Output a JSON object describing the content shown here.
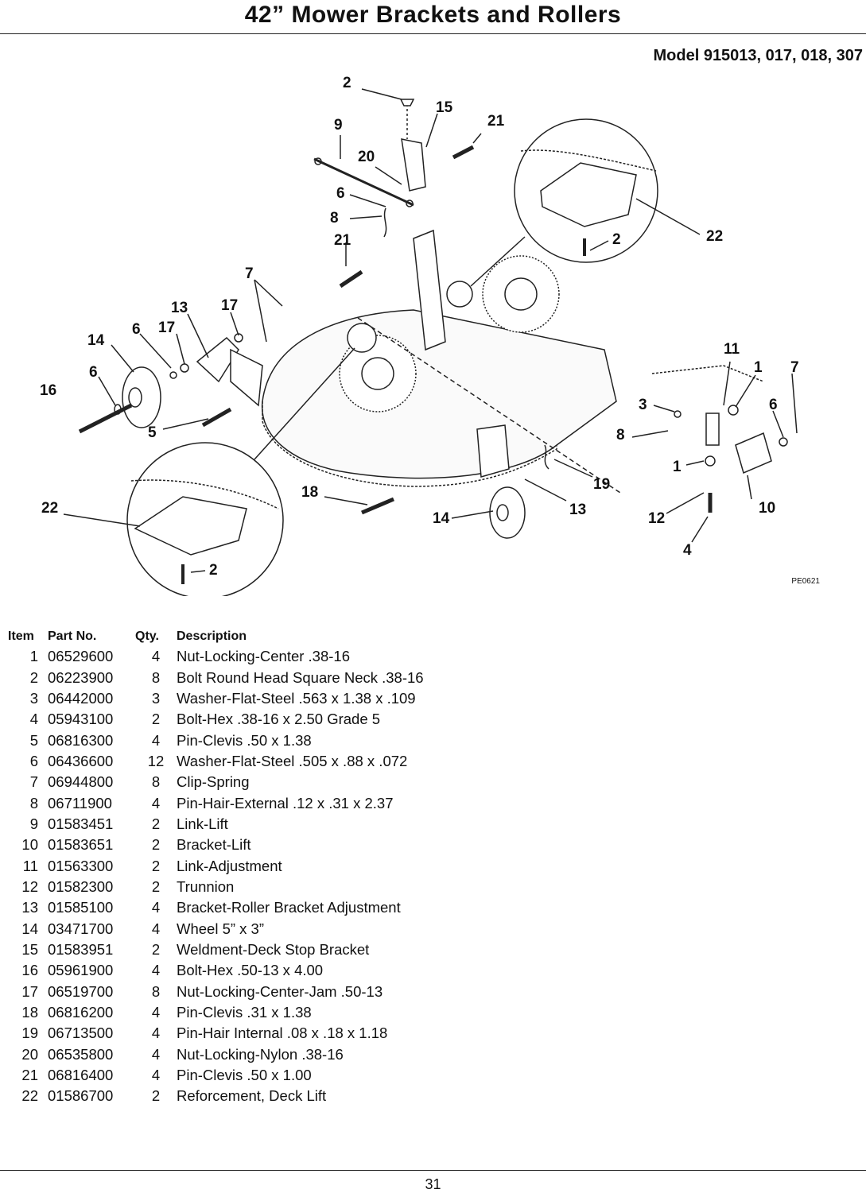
{
  "header": {
    "title": "42” Mower Brackets and Rollers",
    "model": "Model 915013, 017, 018, 307"
  },
  "diagram": {
    "figure_code": "PE0621",
    "callouts": [
      "2",
      "15",
      "21",
      "9",
      "20",
      "6",
      "8",
      "21",
      "2",
      "22",
      "7",
      "13",
      "17",
      "6",
      "17",
      "14",
      "6",
      "16",
      "5",
      "11",
      "1",
      "7",
      "3",
      "6",
      "8",
      "1",
      "19",
      "18",
      "13",
      "14",
      "12",
      "10",
      "4",
      "22",
      "2"
    ]
  },
  "parts_list": {
    "headers": {
      "item": "Item",
      "part": "Part No.",
      "qty": "Qty.",
      "desc": "Description"
    },
    "rows": [
      {
        "item": "1",
        "part": "06529600",
        "qty": "4",
        "desc": "Nut-Locking-Center .38-16"
      },
      {
        "item": "2",
        "part": "06223900",
        "qty": "8",
        "desc": "Bolt Round Head Square Neck .38-16"
      },
      {
        "item": "3",
        "part": "06442000",
        "qty": "3",
        "desc": "Washer-Flat-Steel .563 x 1.38 x .109"
      },
      {
        "item": "4",
        "part": "05943100",
        "qty": "2",
        "desc": "Bolt-Hex .38-16 x 2.50 Grade 5"
      },
      {
        "item": "5",
        "part": "06816300",
        "qty": "4",
        "desc": "Pin-Clevis .50 x 1.38"
      },
      {
        "item": "6",
        "part": "06436600",
        "qty": "12",
        "desc": "Washer-Flat-Steel .505 x .88 x .072"
      },
      {
        "item": "7",
        "part": "06944800",
        "qty": "8",
        "desc": "Clip-Spring"
      },
      {
        "item": "8",
        "part": "06711900",
        "qty": "4",
        "desc": "Pin-Hair-External .12 x .31 x 2.37"
      },
      {
        "item": "9",
        "part": "01583451",
        "qty": "2",
        "desc": "Link-Lift"
      },
      {
        "item": "10",
        "part": "01583651",
        "qty": "2",
        "desc": "Bracket-Lift"
      },
      {
        "item": "11",
        "part": "01563300",
        "qty": "2",
        "desc": "Link-Adjustment"
      },
      {
        "item": "12",
        "part": "01582300",
        "qty": "2",
        "desc": "Trunnion"
      },
      {
        "item": "13",
        "part": "01585100",
        "qty": "4",
        "desc": "Bracket-Roller Bracket Adjustment"
      },
      {
        "item": "14",
        "part": "03471700",
        "qty": "4",
        "desc": "Wheel 5” x 3”"
      },
      {
        "item": "15",
        "part": "01583951",
        "qty": "2",
        "desc": "Weldment-Deck Stop Bracket"
      },
      {
        "item": "16",
        "part": "05961900",
        "qty": "4",
        "desc": "Bolt-Hex .50-13 x 4.00"
      },
      {
        "item": "17",
        "part": "06519700",
        "qty": "8",
        "desc": "Nut-Locking-Center-Jam .50-13"
      },
      {
        "item": "18",
        "part": "06816200",
        "qty": "4",
        "desc": "Pin-Clevis .31 x 1.38"
      },
      {
        "item": "19",
        "part": "06713500",
        "qty": "4",
        "desc": "Pin-Hair Internal .08 x .18 x 1.18"
      },
      {
        "item": "20",
        "part": "06535800",
        "qty": "4",
        "desc": "Nut-Locking-Nylon .38-16"
      },
      {
        "item": "21",
        "part": "06816400",
        "qty": "4",
        "desc": "Pin-Clevis .50 x 1.00"
      },
      {
        "item": "22",
        "part": "01586700",
        "qty": "2",
        "desc": "Reforcement, Deck Lift"
      }
    ]
  },
  "footer": {
    "page_number": "31"
  }
}
